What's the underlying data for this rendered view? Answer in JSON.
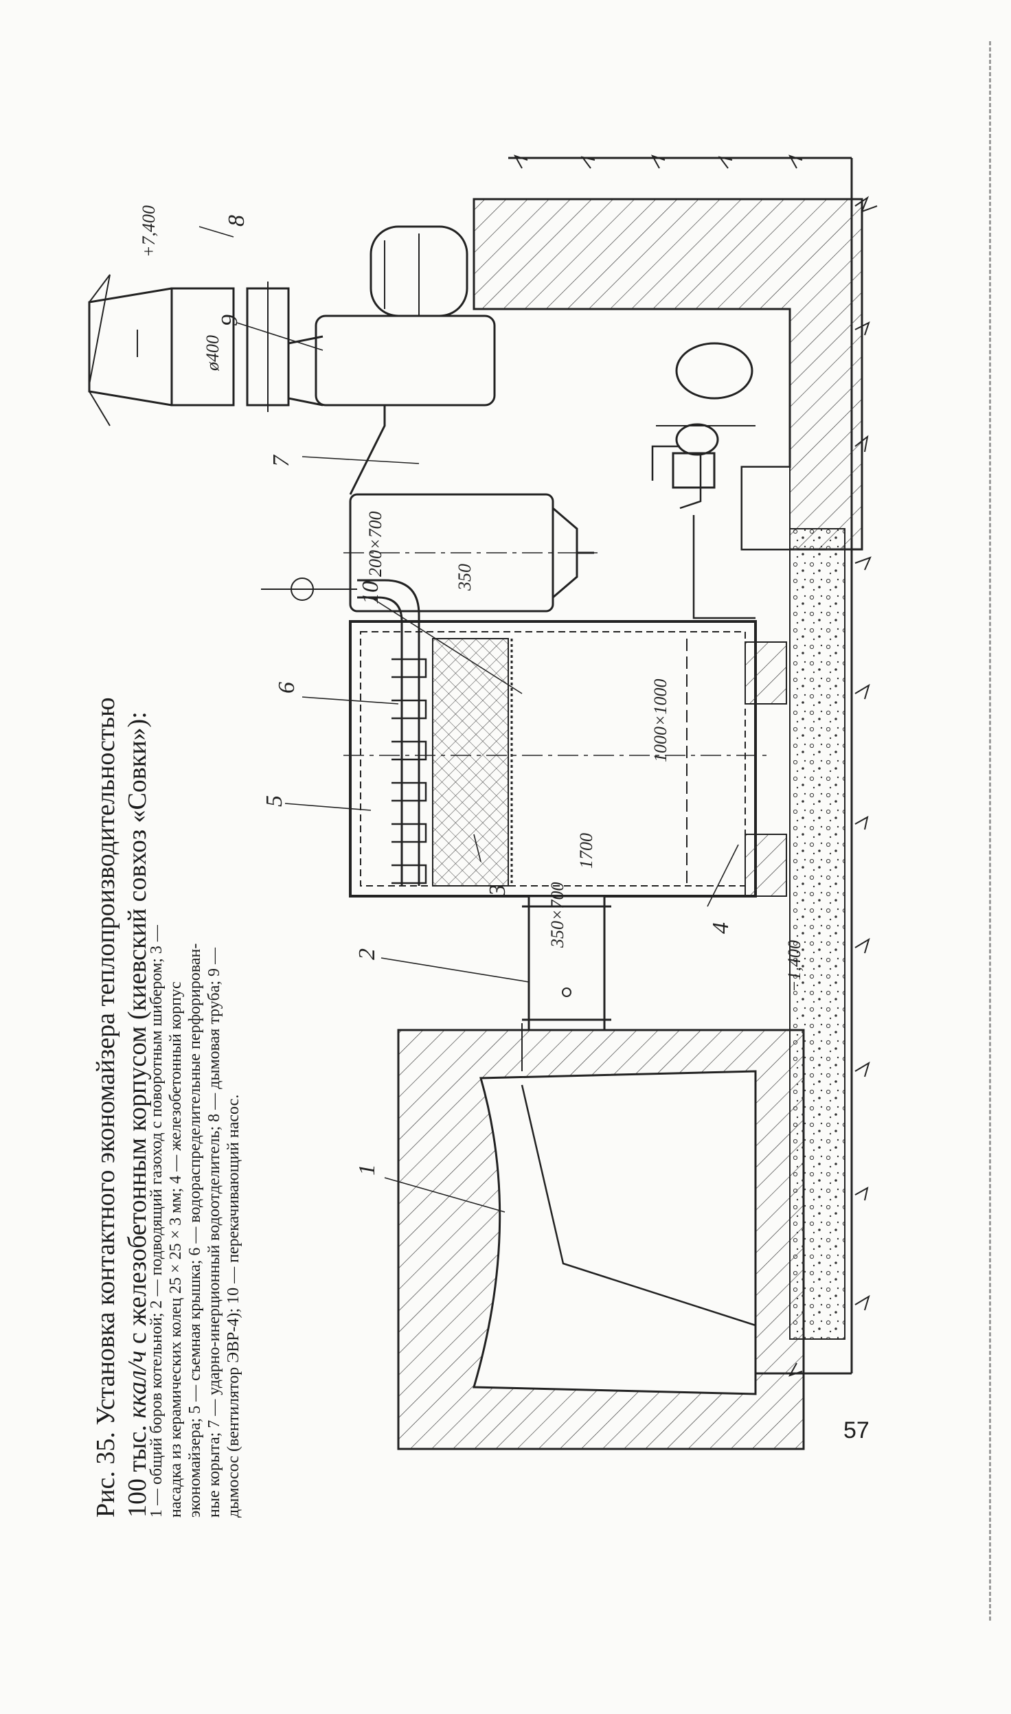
{
  "caption": {
    "title_line1": "Рис. 35. Установка контактного экономайзера теплопроизводительностью",
    "title_line2_a": "100 тыс. ",
    "title_line2_unit": "ккал/ч",
    "title_line2_b": " с железобетонным корпусом (киевский совхоз «Совки»):",
    "legend_lines": [
      "1 — общий боров котельной; 2 — подводящий газоход с поворотным шибером; 3 —",
      "насадка из керамических колец 25 × 25 × 3 мм; 4 — железобетонный корпус",
      "экономайзера; 5 — съемная крышка; 6 — водораспределительные перфорирован-",
      "ные корыта; 7 — ударно-инерционный водоотделитель; 8 — дымовая труба; 9 —",
      "дымосос (вентилятор ЭВР-4); 10 — перекачивающий насос."
    ]
  },
  "drawing": {
    "callouts": [
      "1",
      "2",
      "3",
      "4",
      "5",
      "6",
      "7",
      "8",
      "9",
      "10"
    ],
    "dimensions": {
      "elev_top": "+7,400",
      "elev_bottom": "−1,400",
      "chimney_dia": "ø400",
      "duct_in": "350×700",
      "duct_out": "200×700",
      "d350": "350",
      "d1700": "1700",
      "d1000": "1000×1000"
    }
  },
  "page_number": "57"
}
